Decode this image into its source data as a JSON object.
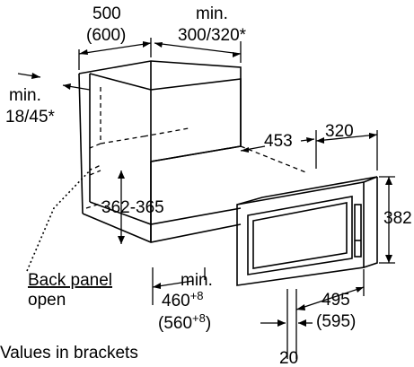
{
  "labels": {
    "width_top": "500",
    "width_top_alt": "(600)",
    "top_clearance_1": "min.",
    "top_clearance_2": "300/320*",
    "side_clearance_1": "min.",
    "side_clearance_2": "18/45*",
    "depth_453": "453",
    "depth_320": "320",
    "height_382": "382",
    "niche_height": "362-365",
    "back_panel": "Back panel",
    "back_panel_2": "open",
    "niche_depth_min": "min.",
    "niche_depth_460": "460",
    "niche_depth_460_tol": "+8",
    "niche_depth_560": "(560",
    "niche_depth_560_tol": "+8",
    "niche_depth_560_close": ")",
    "width_495": "495",
    "width_595": "(595)",
    "thickness_20": "20",
    "footnote": "Values in brackets"
  }
}
